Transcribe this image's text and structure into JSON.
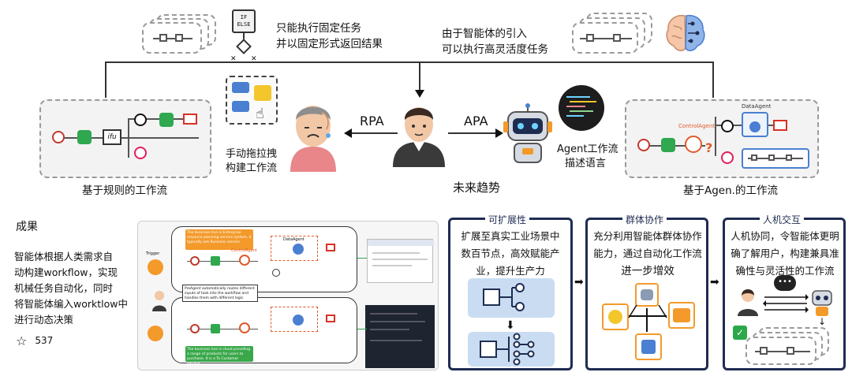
{
  "top": {
    "fixed_line1": "只能执行固定任务",
    "fixed_line2": "并以固定形式返回结果",
    "agent_line1": "由于智能体的引入",
    "agent_line2": "可以执行高灵活度任务",
    "code_icon_label": "IF ELSE"
  },
  "middle": {
    "rpa_label": "RPA",
    "apa_label": "APA",
    "drag_line1": "手动拖拉拽",
    "drag_line2": "构建工作流",
    "agent_desc_line1": "Agent工作流",
    "agent_desc_line2": "描述语言",
    "left_caption": "基于规则的工作流",
    "center_caption": "未来趋势",
    "right_caption": "基于Agen.的工作流",
    "rule_node_label": "ifu",
    "control_agent_label": "ControlAgent",
    "data_agent_label": "DataAgent"
  },
  "result": {
    "title": "成果",
    "body_line1": "智能体根据人类需求自",
    "body_line2": "动构建workflow，实现",
    "body_line3": "机械任务自动化，同时",
    "body_line4": "将智能体编入worktlow中",
    "body_line5": "进行动态决策",
    "star_count": "537"
  },
  "panels": {
    "scalable_title": "可扩展性",
    "scalable_line1": "扩展至真实工业场景中",
    "scalable_line2": "数百节点，高效赋能产",
    "scalable_line3": "业，提升生产力",
    "swarm_title": "群体协作",
    "swarm_line1": "充分利用智能体群体协作",
    "swarm_line2": "能力，通过自动化工作流",
    "swarm_line3": "进一步增效",
    "hci_title": "人机交互",
    "hci_line1": "人机协同，令智能体更明",
    "hci_line2": "确了解用户，构建兼具准",
    "hci_line3": "确性与灵活性的工作流"
  },
  "screenshot": {
    "box1_text": "The business line is Enterprise resource planning service system, it typically ask Business service.",
    "box2_text": "ProAgent automatically routes different inputs of task into the workflow and handles them with different logic",
    "box3_text": "The business line is cloud providing a range of products for users to purchase. It is a To Customer service.",
    "data_agent": "DataAgent",
    "control_agent": "ControlAgent",
    "trigger": "Trigger"
  },
  "colors": {
    "panel_border": "#1f2c52",
    "blue_fill": "#c9dcf2",
    "robot_orange": "#f39a2b",
    "robot_blue": "#4a7fd1",
    "robot_yellow": "#f3c62b",
    "check_green": "#2aa84a"
  }
}
